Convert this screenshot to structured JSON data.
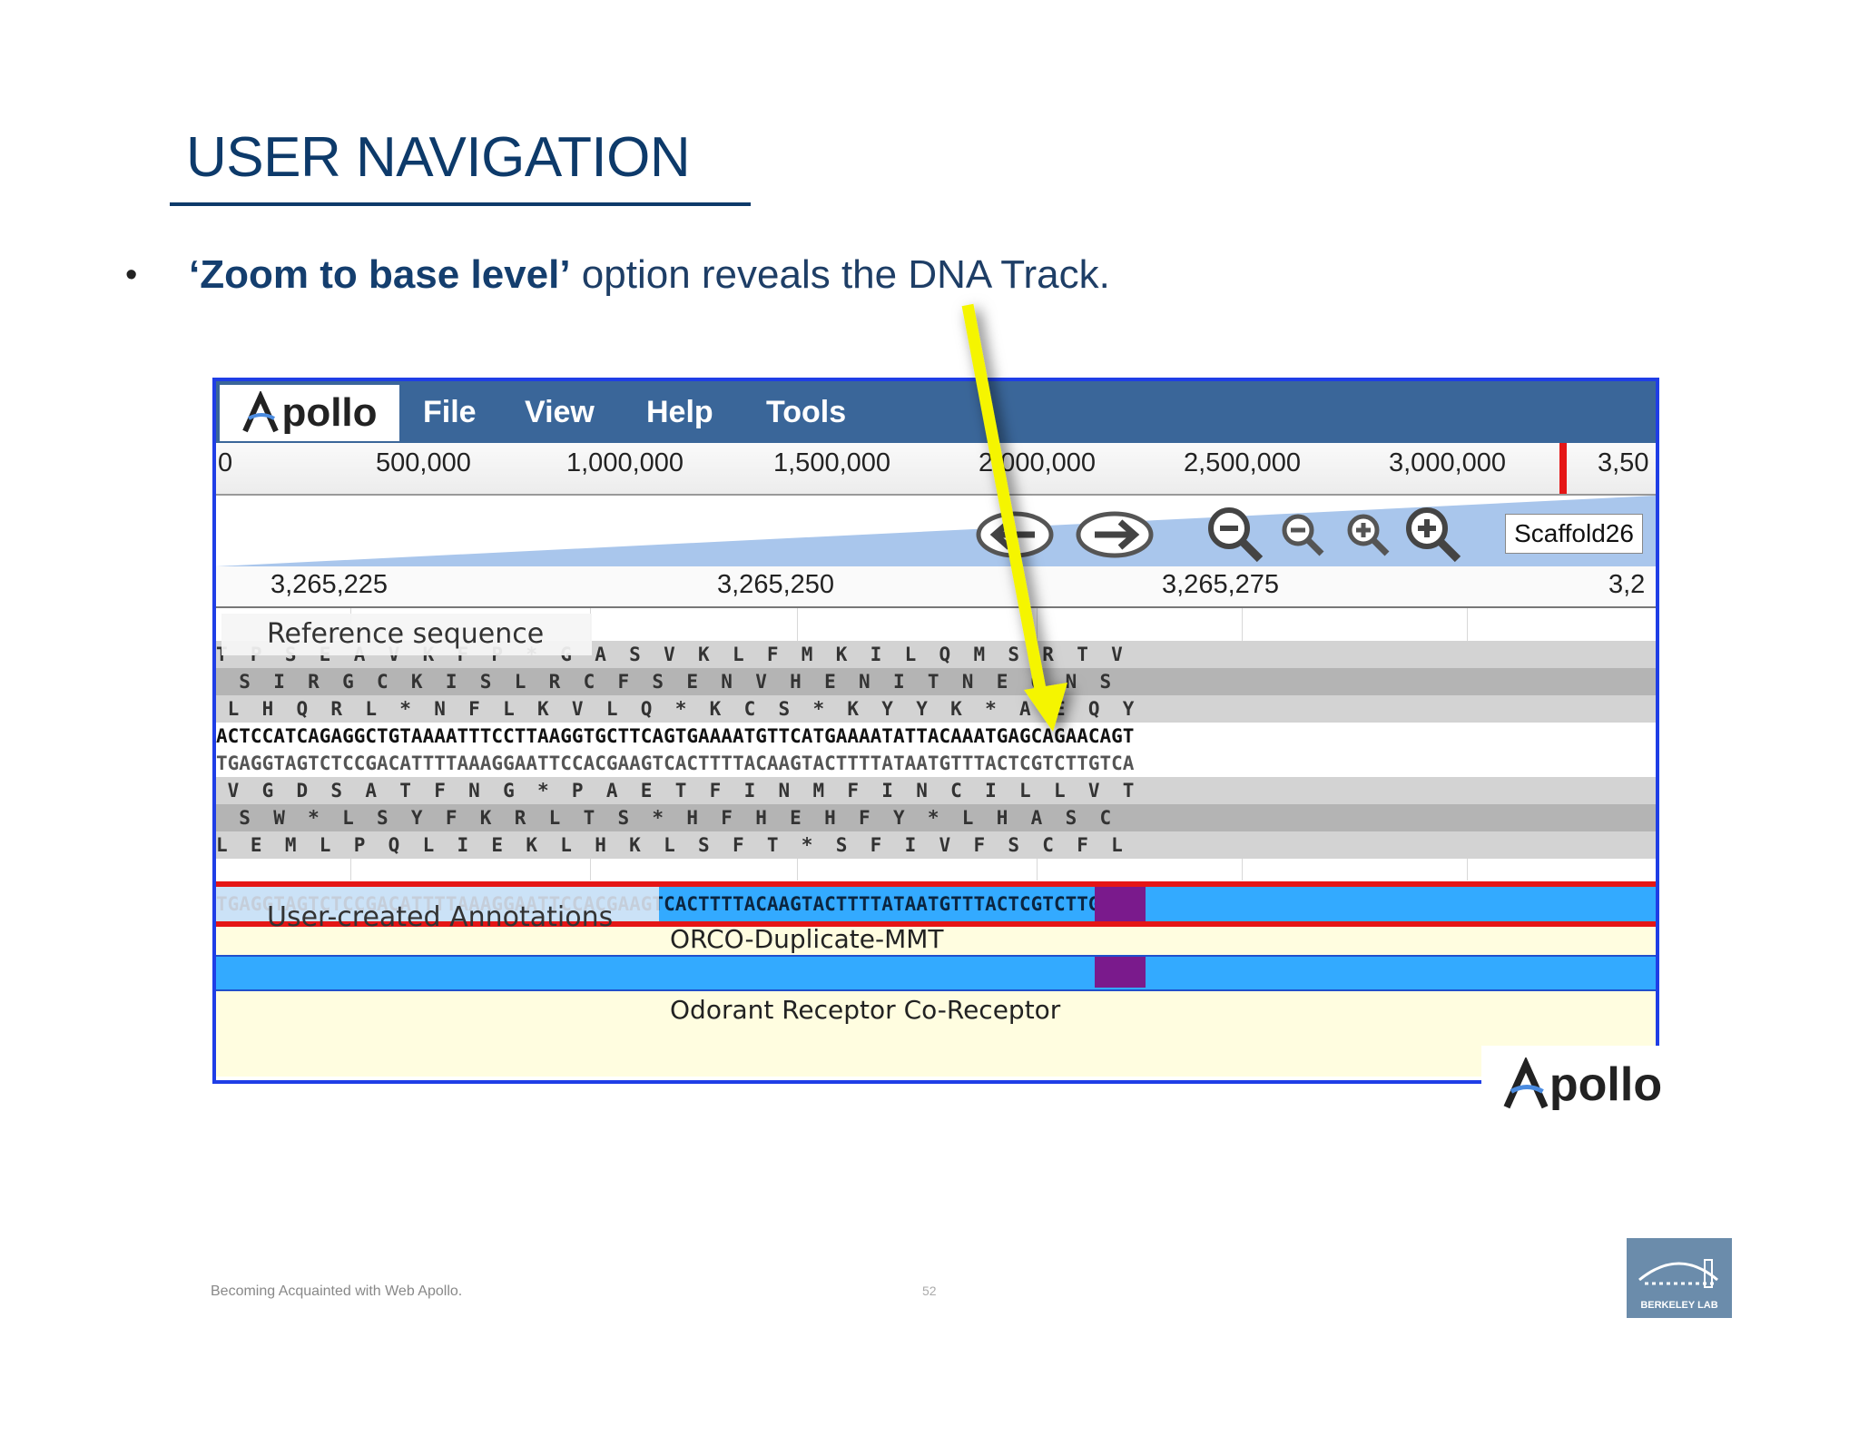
{
  "slide": {
    "title": "USER NAVIGATION",
    "bullet_bold": "‘Zoom to base level’",
    "bullet_rest": " option reveals the DNA Track.",
    "footer": "Becoming Acquainted with Web Apollo.",
    "page_number": "52",
    "berkeley_logo_text": "BERKELEY LAB"
  },
  "app": {
    "logo_text": "pollo",
    "menu": [
      "File",
      "View",
      "Help",
      "Tools"
    ],
    "overview_ticks": [
      "0",
      "500,000",
      "1,000,000",
      "1,500,000",
      "2,000,000",
      "2,500,000",
      "3,000,000",
      "3,50"
    ],
    "nav_buttons": [
      "pan-left-icon",
      "pan-right-icon",
      "zoom-out-large-icon",
      "zoom-out-icon",
      "zoom-in-icon",
      "zoom-in-large-icon"
    ],
    "location_box": "Scaffold26",
    "detail_ticks": [
      "3,265,225",
      "3,265,250",
      "3,265,275",
      "3,2"
    ],
    "reference_track_label": "Reference sequence",
    "frame_rows": [
      "T  P  S  E  A  V  K  F  P  *  G  A  S  V  K  L  F  M  K  I  L  Q  M  S  R  T  V",
      "  S  I  R  G  C  K  I  S  L  R  C  F  S  E  N  V  H  E  N  I  T  N  E  Q  N  S",
      " L  H  Q  R  L  *  N  F  L  K  V  L  Q  *  K  C  S  *  K  Y  Y  K  *  A  E  Q  Y"
    ],
    "dna_forward": "ACTCCATCAGAGGCTGTAAAATTTCCTTAAGGTGCTTCAGTGAAAATGTTCATGAAAATATTACAAATGAGCAGAACAGT",
    "dna_reverse": "TGAGGTAGTCTCCGACATTTTAAAGGAATTCCACGAAGTCACTTTTACAAGTACTTTTATAATGTTTACTCGTCTTGTCA",
    "frame_rows_rev": [
      " V  G  D  S  A  T  F  N  G  *  P  A  E  T  F  I  N  M  F  I  N  C  I  L  L  V  T",
      "  S  W  *  L  S  Y  F  K  R  L  T  S  *  H  F  H  E  H  F  Y  *  L  H  A  S  C",
      "L  E  M  L  P  Q  L  I  E  K  L  H  K  L  S  F  T  *  S  F  I  V  F  S  C  F  L"
    ],
    "user_track_label": "User-created Annotations",
    "annotation_dna": "TGAGGTAGTCTCCGACATTTTAAAGGAATTCCACGAAGTCACTTTTACAAGTACTTTTATAATGTTTACTCGTCTTGTCA",
    "annotation_name": "ORCO-Duplicate-MMT",
    "gene_name": "Odorant Receptor Co-Receptor"
  },
  "colors": {
    "title": "#0d3a6a",
    "menubar": "#3a6699",
    "window_border": "#1f3ee6",
    "annotation_blue": "#33aaff",
    "annotation_purple": "#7a1a8c",
    "highlight_red": "#e51616",
    "arrow_yellow": "#f5f500"
  },
  "logo2_text": "pollo"
}
